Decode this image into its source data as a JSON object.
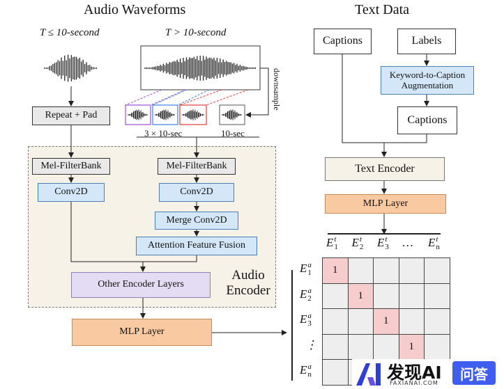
{
  "titles": {
    "audio": "Audio Waveforms",
    "text": "Text Data"
  },
  "conditions": {
    "short": "T ≤ 10-second",
    "long": "T > 10-second"
  },
  "audio_labels": {
    "downsample": "downsample",
    "crops": "3 × 10-sec",
    "global": "10-sec"
  },
  "audio_boxes": {
    "repeat_pad": "Repeat + Pad",
    "mel_left": "Mel-FilterBank",
    "mel_right": "Mel-FilterBank",
    "conv_left": "Conv2D",
    "conv_right": "Conv2D",
    "merge_conv": "Merge Conv2D",
    "attention_fusion": "Attention Feature Fusion",
    "other_layers": "Other Encoder Layers",
    "mlp": "MLP Layer"
  },
  "encoder_label": {
    "line1": "Audio",
    "line2": "Encoder"
  },
  "text_boxes": {
    "captions_top": "Captions",
    "labels": "Labels",
    "k2c_line1": "Keyword-to-Caption",
    "k2c_line2": "Augmentation",
    "captions_aug": "Captions",
    "text_encoder": "Text Encoder",
    "mlp": "MLP Layer"
  },
  "matrix": {
    "col_headers": [
      {
        "base": "E",
        "sub": "1",
        "sup": "t"
      },
      {
        "base": "E",
        "sub": "2",
        "sup": "t"
      },
      {
        "base": "E",
        "sub": "3",
        "sup": "t"
      },
      {
        "base": "…",
        "sub": "",
        "sup": ""
      },
      {
        "base": "E",
        "sub": "n",
        "sup": "t"
      }
    ],
    "row_headers": [
      {
        "base": "E",
        "sub": "1",
        "sup": "a"
      },
      {
        "base": "E",
        "sub": "2",
        "sup": "a"
      },
      {
        "base": "E",
        "sub": "3",
        "sup": "a"
      },
      {
        "base": "⋮",
        "sub": "",
        "sup": ""
      },
      {
        "base": "E",
        "sub": "n",
        "sup": "a"
      }
    ],
    "diagonal_value": "1"
  },
  "watermark": {
    "brand": "发现AI",
    "sub": "FAXIANAI.COM",
    "button": "问答"
  },
  "colors": {
    "gray_box": "#e9e9e9",
    "blue_box": "#d4e7f8",
    "beige_panel": "#f6f2e7",
    "orange_box": "#f9c9a1",
    "lavender_box": "#e4dcf3",
    "diag_cell": "#f6cccc",
    "crop_purple": "#9b4fd1",
    "crop_blue": "#3d7ee6",
    "crop_red": "#e03b3b"
  }
}
